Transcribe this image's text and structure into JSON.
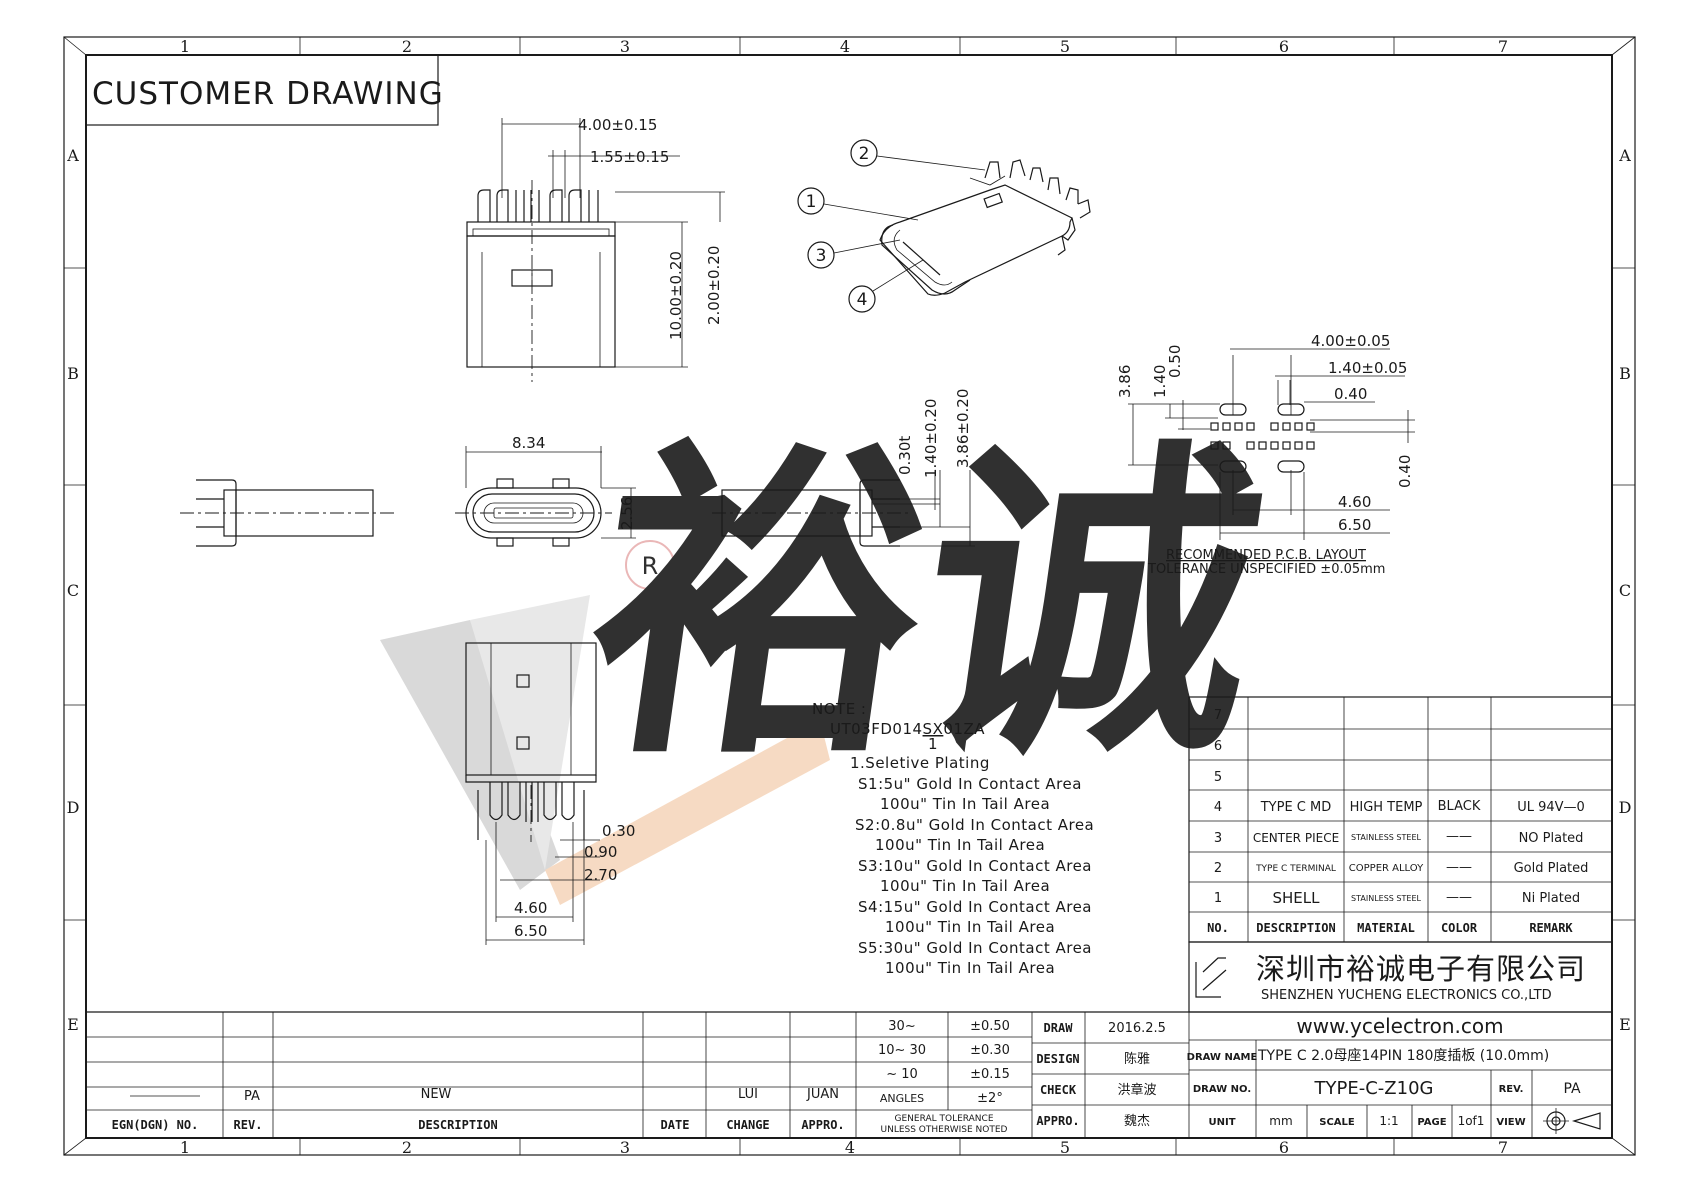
{
  "title": "CUSTOMER  DRAWING",
  "zones": {
    "columns": [
      "1",
      "2",
      "3",
      "4",
      "5",
      "6",
      "7"
    ],
    "rows": [
      "A",
      "B",
      "C",
      "D",
      "E"
    ]
  },
  "watermark": {
    "brand": "裕诚",
    "registered": "R"
  },
  "dimensions": {
    "top_width": "4.00±0.15",
    "top_pitch": "1.55±0.15",
    "top_height": "10.00±0.20",
    "top_tail": "2.00±0.20",
    "front_width": "8.34",
    "front_height": "2.56",
    "side_t": "0.30t",
    "side_140": "1.40±0.20",
    "side_386": "3.86±0.20",
    "bot_030": "0.30",
    "bot_090": "0.90",
    "bot_270": "2.70",
    "bot_460": "4.60",
    "bot_650": "6.50"
  },
  "pcb": {
    "d_400": "4.00±0.05",
    "d_140": "1.40±0.05",
    "d_040": "0.40",
    "d_386": "3.86",
    "d_140v": "1.40",
    "d_050": "0.50",
    "d_040v": "0.40",
    "d_460": "4.60",
    "d_650": "6.50",
    "caption": "RECOMMENDED   P.C.B.  LAYOUT",
    "tolerance": "TOLERANCE  UNSPECIFIED  ±0.05mm"
  },
  "callouts": [
    "1",
    "2",
    "3",
    "4"
  ],
  "note": {
    "header": "NOTE :",
    "part_no_prefix": "UT03FD014",
    "part_no_mid": "SX",
    "part_no_suffix": "01ZA",
    "index": "1",
    "lines": [
      "1.Seletive  Plating",
      "S1:5u\"  Gold  In  Contact  Area",
      "100u\"  Tin    In  Tail  Area",
      "S2:0.8u\"  Gold  In  Contact  Area",
      "100u\"  Tin    In  Tail  Area",
      "S3:10u\"  Gold  In  Contact  Area",
      "100u\"  Tin    In  Tail  Area",
      "S4:15u\"  Gold  In  Contact  Area",
      "100u\"  Tin    In  Tail  Area",
      "S5:30u\"  Gold  In  Contact  Area",
      "100u\"  Tin    In  Tail  Area"
    ]
  },
  "bom": {
    "headers": [
      "NO.",
      "DESCRIPTION",
      "MATERIAL",
      "COLOR",
      "REMARK"
    ],
    "rows": [
      {
        "no": "7",
        "desc": "",
        "mat": "",
        "color": "",
        "remark": ""
      },
      {
        "no": "6",
        "desc": "",
        "mat": "",
        "color": "",
        "remark": ""
      },
      {
        "no": "5",
        "desc": "",
        "mat": "",
        "color": "",
        "remark": ""
      },
      {
        "no": "4",
        "desc": "TYPE  C  MD",
        "mat": "HIGH  TEMP",
        "color": "BLACK",
        "remark": "UL  94V—0"
      },
      {
        "no": "3",
        "desc": "CENTER  PIECE",
        "mat": "STAINLESS STEEL",
        "color": "——",
        "remark": "NO  Plated"
      },
      {
        "no": "2",
        "desc": "TYPE  C  TERMINAL",
        "mat": "COPPER  ALLOY",
        "color": "——",
        "remark": "Gold  Plated"
      },
      {
        "no": "1",
        "desc": "SHELL",
        "mat": "STAINLESS STEEL",
        "color": "——",
        "remark": "Ni  Plated"
      }
    ]
  },
  "company": {
    "name_cn": "深圳市裕诚电子有限公司",
    "name_en": "SHENZHEN  YUCHENG  ELECTRONICS  CO.,LTD",
    "website": "www.ycelectron.com"
  },
  "revision_block": {
    "headers": [
      "EGN(DGN)  NO.",
      "REV.",
      "DESCRIPTION",
      "DATE",
      "CHANGE",
      "APPRO."
    ],
    "row": {
      "rev": "PA",
      "desc": "NEW",
      "change": "LUI",
      "appro": "JUAN"
    }
  },
  "tolerance_block": {
    "rows": [
      {
        "range": "30~",
        "tol": "±0.50"
      },
      {
        "range": "10~  30",
        "tol": "±0.30"
      },
      {
        "range": "~  10",
        "tol": "±0.15"
      },
      {
        "range": "ANGLES",
        "tol": "±2°"
      }
    ],
    "footer": "GENERAL  TOLERANCE",
    "footer2": "UNLESS  OTHERWISE  NOTED"
  },
  "sign_block": {
    "draw_label": "DRAW",
    "draw_value": "2016.2.5",
    "design_label": "DESIGN",
    "design_value": "陈雅",
    "check_label": "CHECK",
    "check_value": "洪章波",
    "appro_label": "APPRO.",
    "appro_value": "魏杰"
  },
  "title_block": {
    "draw_name_label": "DRAW  NAME",
    "draw_name": "TYPE  C  2.0母座14PIN  180度插板 (10.0mm)",
    "draw_no_label": "DRAW  NO.",
    "draw_no": "TYPE-C-Z10G",
    "rev_label": "REV.",
    "rev": "PA",
    "unit_label": "UNIT",
    "unit": "mm",
    "scale_label": "SCALE",
    "scale": "1:1",
    "page_label": "PAGE",
    "page": "1of1",
    "view_label": "VIEW"
  }
}
